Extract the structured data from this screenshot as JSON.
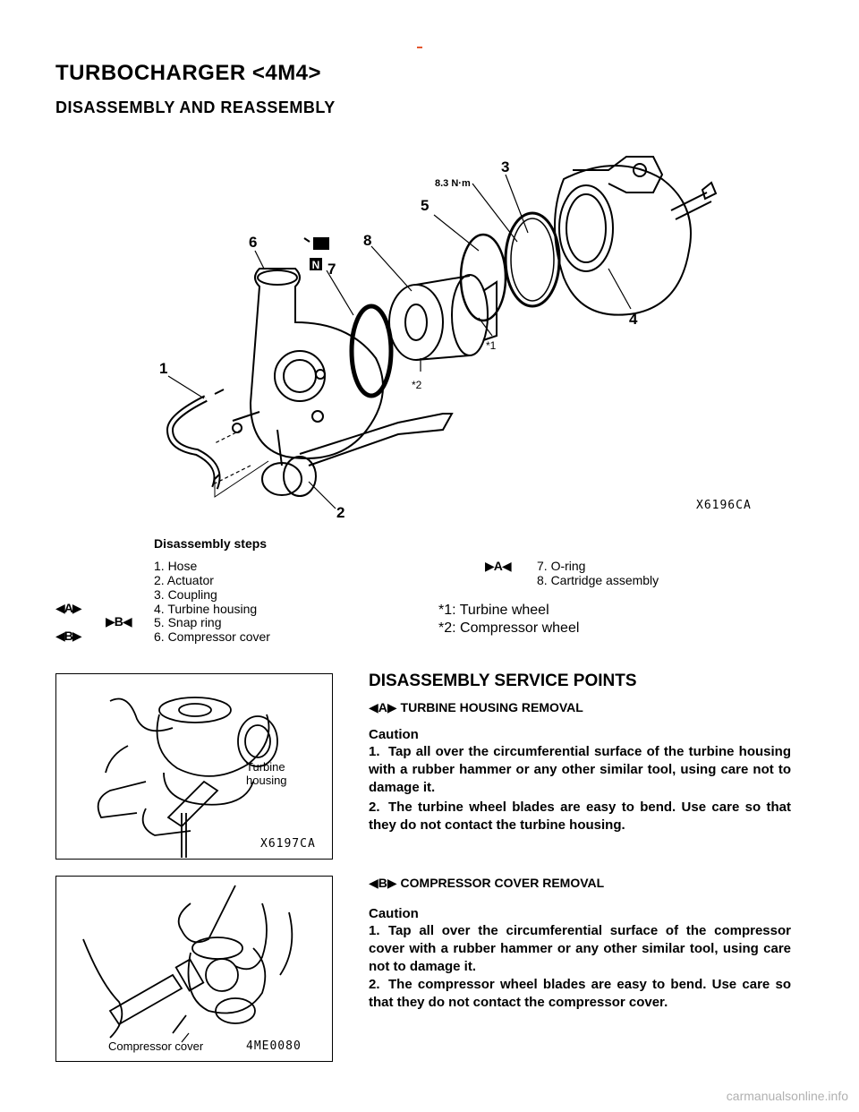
{
  "page": {
    "title": "TURBOCHARGER <4M4>",
    "subtitle": "DISASSEMBLY AND REASSEMBLY"
  },
  "diagram": {
    "code": "X6196CA",
    "torque": "8.3  N·m",
    "callouts": [
      "1",
      "2",
      "3",
      "4",
      "5",
      "6",
      "7",
      "8"
    ],
    "star1": "*1",
    "star2": "*2",
    "n_symbol": "N"
  },
  "steps": {
    "title": "Disassembly steps",
    "items": [
      {
        "marker": "",
        "text": "1. Hose"
      },
      {
        "marker": "",
        "text": "2. Actuator"
      },
      {
        "marker": "",
        "text": "3. Coupling"
      },
      {
        "marker": "◀A▶",
        "text": "4. Turbine housing"
      },
      {
        "marker": "▶B◀",
        "text": "5. Snap ring"
      },
      {
        "marker": "◀B▶",
        "text": "6. Compressor cover"
      },
      {
        "marker": "▶A◀",
        "text": "7. O-ring"
      },
      {
        "marker": "",
        "text": "8. Cartridge assembly"
      }
    ],
    "notes": [
      "*1: Turbine wheel",
      "*2: Compressor wheel"
    ]
  },
  "service": {
    "title": "DISASSEMBLY SERVICE POINTS",
    "a": {
      "heading": "◀A▶ TURBINE HOUSING REMOVAL",
      "caution": "Caution",
      "item1_num": "1.",
      "item1_text": "Tap all over the circumferential surface of the turbine housing with a rubber hammer or any other similar tool, using care not to damage it.",
      "item2_num": "2.",
      "item2_text": "The turbine wheel blades are easy to bend. Use care so that they do not contact the turbine housing."
    },
    "b": {
      "heading": "◀B▶ COMPRESSOR COVER REMOVAL",
      "caution": "Caution",
      "item1_num": "1.",
      "item1_text": "Tap all over the circumferential surface of the compressor cover with a rubber hammer or any other similar tool, using care not to damage it.",
      "item2_num": "2.",
      "item2_text": "The compressor wheel blades are easy to bend. Use care so that they do not contact the compressor cover."
    }
  },
  "figures": {
    "fig1": {
      "label": "Turbine\nhousing",
      "code": "X6197CA"
    },
    "fig2": {
      "label": "Compressor cover",
      "code": "4ME0080"
    }
  },
  "watermark": "carmanualsonline.info"
}
